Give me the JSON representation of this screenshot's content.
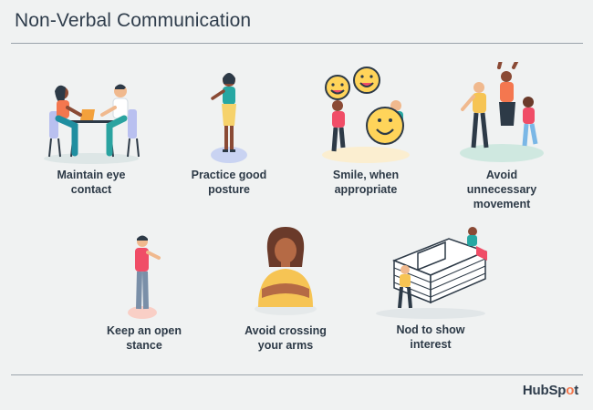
{
  "title": "Non-Verbal Communication",
  "items": [
    {
      "line1": "Maintain eye",
      "line2": "contact",
      "icon": "two-people-at-table-icon"
    },
    {
      "line1": "Practice good",
      "line2": "posture",
      "icon": "standing-woman-icon"
    },
    {
      "line1": "Smile, when",
      "line2": "appropriate",
      "icon": "smiley-faces-icon"
    },
    {
      "line1": "Avoid",
      "line2": "unnecessary",
      "line3": "movement",
      "icon": "jumping-people-icon"
    },
    {
      "line1": "Keep an open",
      "line2": "stance",
      "icon": "open-stance-man-icon"
    },
    {
      "line1": "Avoid crossing",
      "line2": "your arms",
      "icon": "crossed-arms-woman-icon"
    },
    {
      "line1": "Nod to show",
      "line2": "interest",
      "icon": "desk-workers-icon"
    }
  ],
  "logo": {
    "text_a": "HubSp",
    "text_b": "o",
    "text_c": "t"
  },
  "colors": {
    "accent": "#f3764b",
    "text": "#2e3b4a",
    "background": "#f0f2f2"
  }
}
